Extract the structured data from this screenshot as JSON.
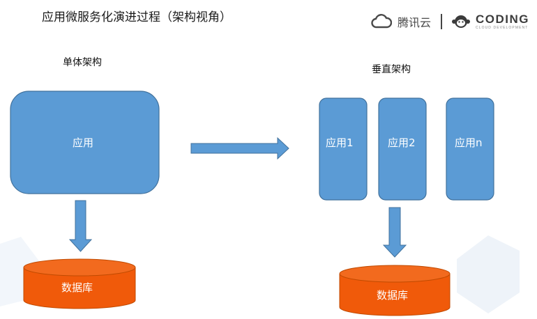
{
  "title": "应用微服务化演进过程（架构视角）",
  "brand": {
    "tencent_cloud": "腾讯云",
    "coding": "CODING",
    "coding_sub": "CLOUD DEVELOPMENT"
  },
  "monolith": {
    "label": "单体架构",
    "app": "应用",
    "database": "数据库"
  },
  "vertical": {
    "label": "垂直架构",
    "apps": [
      "应用1",
      "应用2",
      "应用n"
    ],
    "database": "数据库"
  },
  "colors": {
    "app_box": "#5b9bd5",
    "app_border": "#41719c",
    "db_fill": "#f05a0a",
    "db_border": "#c04a00"
  }
}
